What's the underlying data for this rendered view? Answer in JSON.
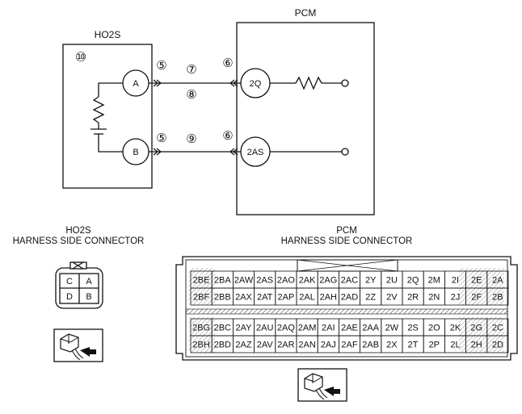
{
  "wiring": {
    "pcm_label": "PCM",
    "ho2s_label": "HO2S",
    "ho2s_tag": "⑩",
    "terminal_a": "A",
    "terminal_b": "B",
    "terminal_2q": "2Q",
    "terminal_2as": "2AS",
    "num_5": "⑤",
    "num_6": "⑥",
    "num_7": "⑦",
    "num_8": "⑧",
    "num_9": "⑨"
  },
  "ho2s_connector": {
    "title_line1": "HO2S",
    "title_line2": "HARNESS SIDE CONNECTOR",
    "pins": [
      "C",
      "A",
      "D",
      "B"
    ]
  },
  "pcm_connector": {
    "title_line1": "PCM",
    "title_line2": "HARNESS SIDE CONNECTOR",
    "upper_rows": [
      [
        "2BE",
        "2BA",
        "2AW",
        "2AS",
        "2AO",
        "2AK",
        "2AG",
        "2AC",
        "2Y",
        "2U",
        "2Q",
        "2M",
        "2I",
        "2E",
        "2A"
      ],
      [
        "2BF",
        "2BB",
        "2AX",
        "2AT",
        "2AP",
        "2AL",
        "2AH",
        "2AD",
        "2Z",
        "2V",
        "2R",
        "2N",
        "2J",
        "2F",
        "2B"
      ]
    ],
    "lower_rows": [
      [
        "2BG",
        "2BC",
        "2AY",
        "2AU",
        "2AQ",
        "2AM",
        "2AI",
        "2AE",
        "2AA",
        "2W",
        "2S",
        "2O",
        "2K",
        "2G",
        "2C"
      ],
      [
        "2BH",
        "2BD",
        "2AZ",
        "2AV",
        "2AR",
        "2AN",
        "2AJ",
        "2AF",
        "2AB",
        "2X",
        "2T",
        "2P",
        "2L",
        "2H",
        "2D"
      ]
    ]
  },
  "icons": [
    "connector-view-icon",
    "connector-view-icon"
  ]
}
